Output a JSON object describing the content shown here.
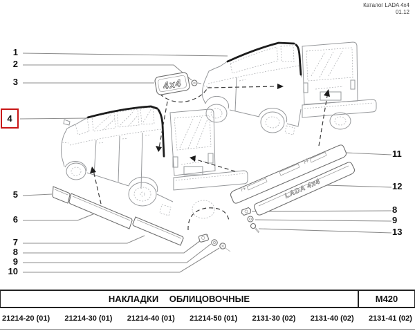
{
  "header": {
    "line1": "Каталог  LADA  4x4",
    "line2": "01.12"
  },
  "diagram": {
    "badge_label": "4x4",
    "panel_label": "LADA 4x4",
    "highlight_color": "#c81414"
  },
  "callouts": {
    "left": [
      "1",
      "2",
      "3",
      "4",
      "5",
      "6",
      "7",
      "8",
      "9",
      "10"
    ],
    "right": [
      "11",
      "12",
      "8",
      "9",
      "13"
    ],
    "selected": "4"
  },
  "footer": {
    "title": "НАКЛАДКИ ОБЛИЦОВОЧНЫЕ",
    "code": "М420",
    "parts": [
      "21214-20 (01)",
      "21214-30 (01)",
      "21214-40 (01)",
      "21214-50 (01)",
      "2131-30 (02)",
      "2131-40 (02)",
      "2131-41 (02)"
    ]
  }
}
